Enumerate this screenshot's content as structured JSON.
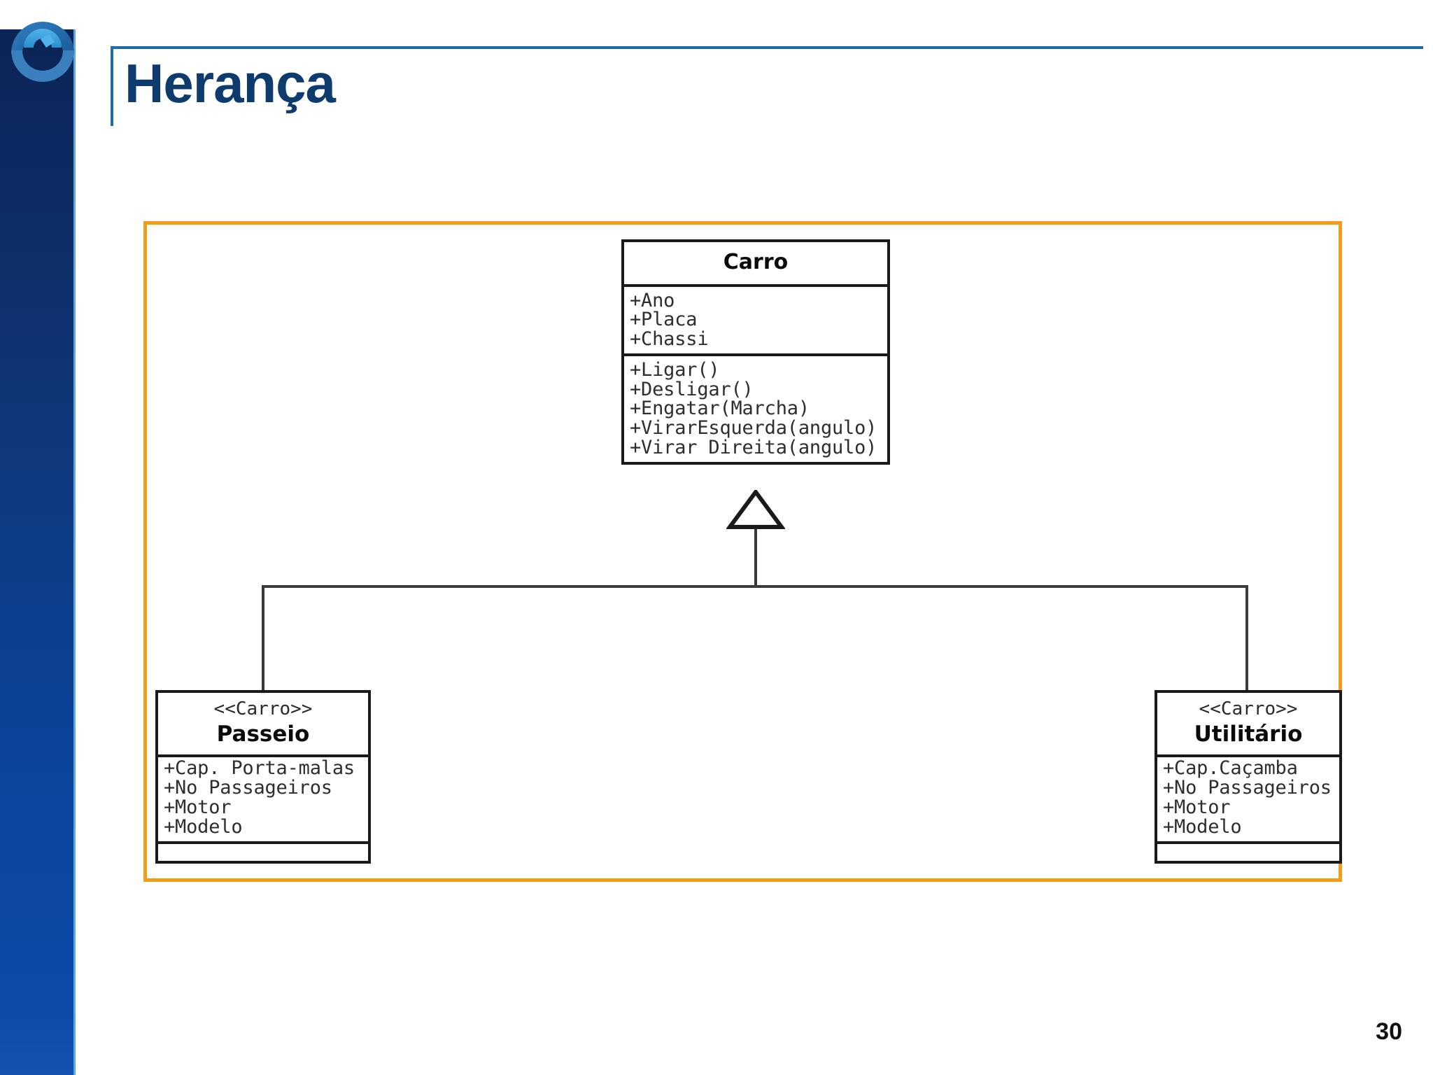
{
  "slide": {
    "title": "Herança",
    "page_number": "30",
    "logo_name": "company-logo"
  },
  "colors": {
    "title_text": "#0d3b6e",
    "title_rule": "#1f6aa8",
    "sidebar_top": "#0b2455",
    "sidebar_bottom": "#1352ae",
    "sidebar_edge": "#5aa9e6",
    "diagram_frame": "#f59b16",
    "uml_border": "#1a1a1a",
    "connector": "#3b3b3b"
  },
  "diagram": {
    "type": "uml-class-diagram",
    "relationship": "generalization",
    "superclass": {
      "name": "Carro",
      "attributes": [
        "+Ano",
        "+Placa",
        "+Chassi"
      ],
      "operations": [
        "+Ligar()",
        "+Desligar()",
        "+Engatar(Marcha)",
        "+VirarEsquerda(angulo)",
        "+Virar Direita(angulo)"
      ]
    },
    "subclasses": [
      {
        "stereotype": "<<Carro>>",
        "name": "Passeio",
        "attributes": [
          "+Cap. Porta-malas",
          "+No Passageiros",
          "+Motor",
          "+Modelo"
        ],
        "operations": []
      },
      {
        "stereotype": "<<Carro>>",
        "name": "Utilitário",
        "attributes": [
          "+Cap.Caçamba",
          "+No Passageiros",
          "+Motor",
          "+Modelo"
        ],
        "operations": []
      }
    ]
  }
}
